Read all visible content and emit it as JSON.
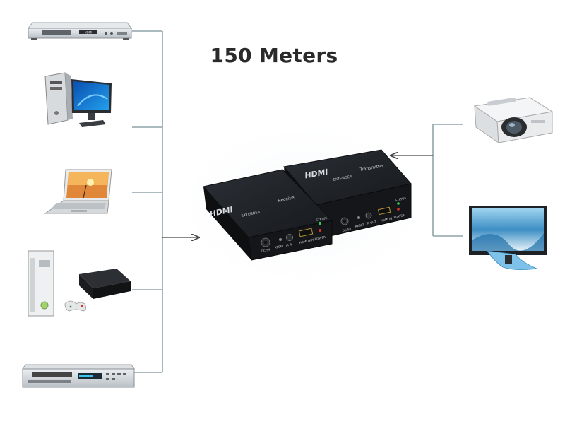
{
  "title": "150 Meters",
  "devices_left": [
    {
      "icon": "set-top-box-icon",
      "label": "HDMI"
    },
    {
      "icon": "desktop-computer-icon"
    },
    {
      "icon": "laptop-icon"
    },
    {
      "icon": "game-console-icon"
    },
    {
      "icon": "dvd-player-icon"
    }
  ],
  "devices_right": [
    {
      "icon": "projector-icon"
    },
    {
      "icon": "lcd-monitor-icon"
    }
  ],
  "receiver": {
    "brand": "HDMI",
    "sub": "EXTENDER",
    "role": "Receiver",
    "ports": [
      "DC/5V",
      "RESET",
      "IR-IN",
      "HDMI OUT",
      "POWER",
      "STATUS"
    ]
  },
  "transmitter": {
    "brand": "HDMI",
    "sub": "EXTENDER",
    "role": "Transmitter",
    "ports": [
      "DC/5V",
      "RESET",
      "IR-OUT",
      "HDMI IN",
      "POWER",
      "STATUS"
    ]
  },
  "colors": {
    "line": "#8fa3a8",
    "arrow": "#444444",
    "box": "#1f2328",
    "led_green": "#2fd44a",
    "led_red": "#e0302a",
    "title": "#2a2a2a"
  }
}
